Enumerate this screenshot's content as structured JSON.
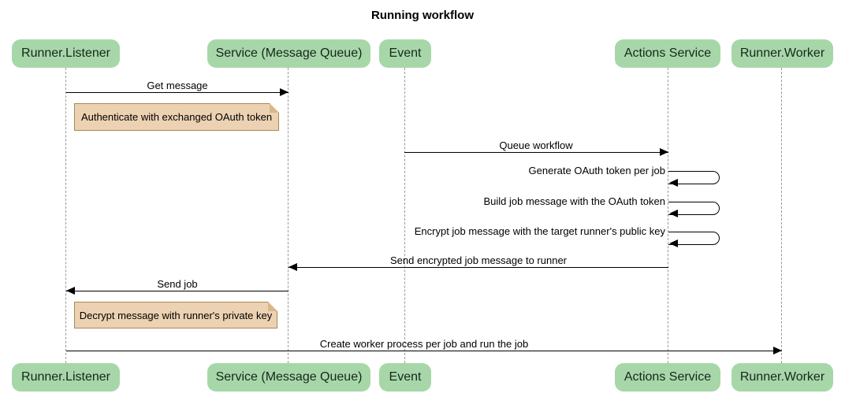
{
  "title": "Running workflow",
  "diagram_type": "sequence",
  "participants": [
    {
      "label": "Runner.Listener"
    },
    {
      "label": "Service (Message Queue)"
    },
    {
      "label": "Event"
    },
    {
      "label": "Actions Service"
    },
    {
      "label": "Runner.Worker"
    }
  ],
  "messages": [
    {
      "from": "Runner.Listener",
      "to": "Service (Message Queue)",
      "label": "Get message",
      "kind": "solid-arrow"
    },
    {
      "from": "Event",
      "to": "Actions Service",
      "label": "Queue workflow",
      "kind": "solid-arrow"
    },
    {
      "from": "Actions Service",
      "to": "Actions Service",
      "label": "Generate OAuth token per job",
      "kind": "self-loop"
    },
    {
      "from": "Actions Service",
      "to": "Actions Service",
      "label": "Build job message with the OAuth token",
      "kind": "self-loop"
    },
    {
      "from": "Actions Service",
      "to": "Actions Service",
      "label": "Encrypt job message with the target runner's public key",
      "kind": "self-loop"
    },
    {
      "from": "Actions Service",
      "to": "Service (Message Queue)",
      "label": "Send encrypted job message to runner",
      "kind": "solid-arrow"
    },
    {
      "from": "Service (Message Queue)",
      "to": "Runner.Listener",
      "label": "Send job",
      "kind": "solid-arrow"
    },
    {
      "from": "Runner.Listener",
      "to": "Runner.Worker",
      "label": "Create worker process per job and run the job",
      "kind": "solid-arrow"
    }
  ],
  "notes": [
    {
      "attached_to": "Runner.Listener",
      "text": "Authenticate with exchanged OAuth token"
    },
    {
      "attached_to": "Runner.Listener",
      "text": "Decrypt message with runner's private key"
    }
  ],
  "colors": {
    "participant_fill": "#a7d7a9",
    "note_fill": "#ecd2b2",
    "note_border": "#aa8756",
    "message_line": "#000000",
    "lifeline": "#999999",
    "text": "#000000",
    "background": "#ffffff"
  }
}
